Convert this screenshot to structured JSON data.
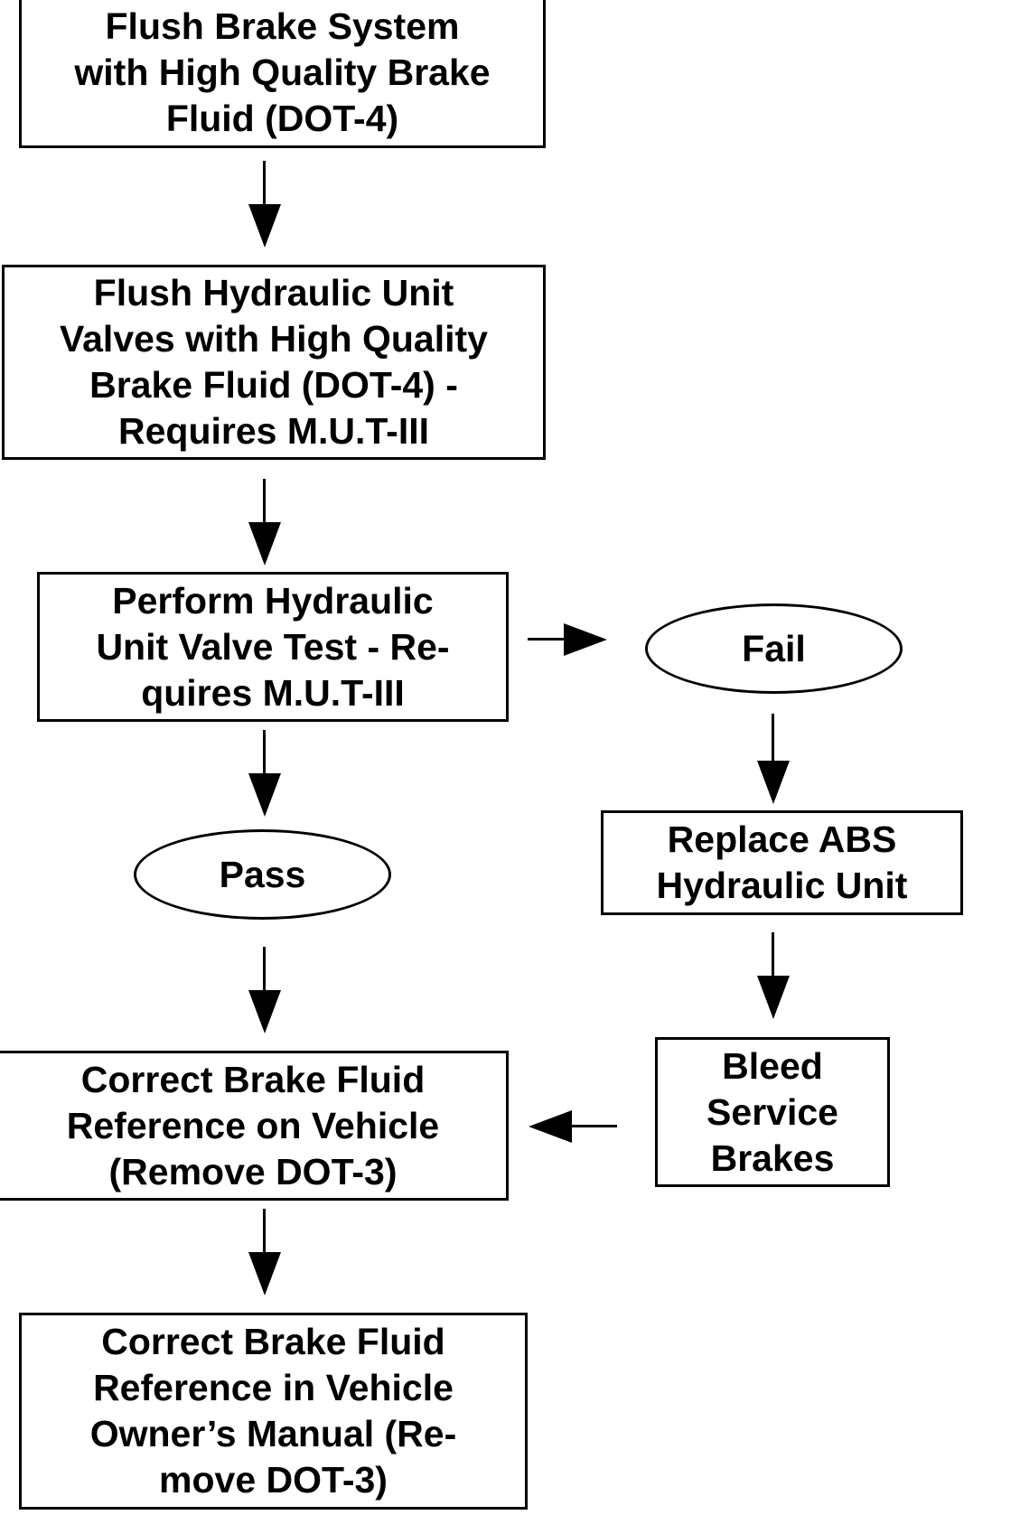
{
  "nodes": {
    "flush_brake_system": "Flush Brake System\nwith High Quality Brake\nFluid (DOT-4)",
    "flush_hydraulic_valves": "Flush Hydraulic Unit\nValves with High Quality\nBrake Fluid (DOT-4) -\nRequires M.U.T-III",
    "valve_test": "Perform Hydraulic\nUnit Valve Test  - Re-\nquires M.U.T-III",
    "fail": "Fail",
    "pass": "Pass",
    "replace_abs": "Replace ABS\nHydraulic Unit",
    "bleed_brakes": "Bleed\nService\nBrakes",
    "correct_vehicle_ref": "Correct Brake Fluid\nReference on Vehicle\n(Remove DOT-3)",
    "correct_manual_ref": "Correct Brake Fluid\nReference in Vehicle\nOwner’s Manual (Re-\nmove DOT-3)"
  },
  "edges": [
    {
      "from": "flush_brake_system",
      "to": "flush_hydraulic_valves"
    },
    {
      "from": "flush_hydraulic_valves",
      "to": "valve_test"
    },
    {
      "from": "valve_test",
      "to": "fail"
    },
    {
      "from": "valve_test",
      "to": "pass"
    },
    {
      "from": "fail",
      "to": "replace_abs"
    },
    {
      "from": "replace_abs",
      "to": "bleed_brakes"
    },
    {
      "from": "pass",
      "to": "correct_vehicle_ref"
    },
    {
      "from": "bleed_brakes",
      "to": "correct_vehicle_ref"
    },
    {
      "from": "correct_vehicle_ref",
      "to": "correct_manual_ref"
    }
  ]
}
